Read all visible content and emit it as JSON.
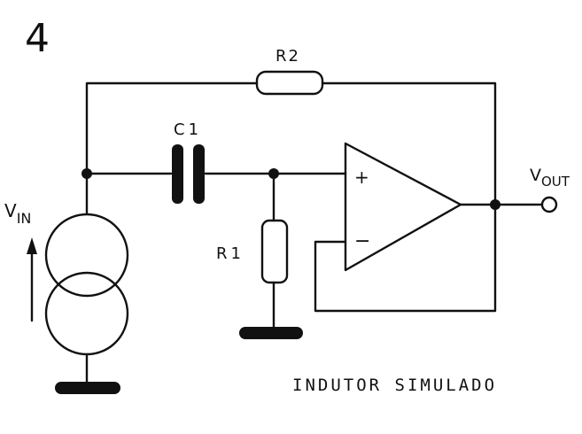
{
  "figure": {
    "number": "4",
    "caption": "INDUTOR SIMULADO"
  },
  "labels": {
    "r2": "R2",
    "c1": "C1",
    "r1": "R1",
    "vin_main": "V",
    "vin_sub": "IN",
    "vout_main": "V",
    "vout_sub": "OUT",
    "plus": "+",
    "minus": "−"
  },
  "colors": {
    "ink": "#111111",
    "paper": "#ffffff"
  }
}
